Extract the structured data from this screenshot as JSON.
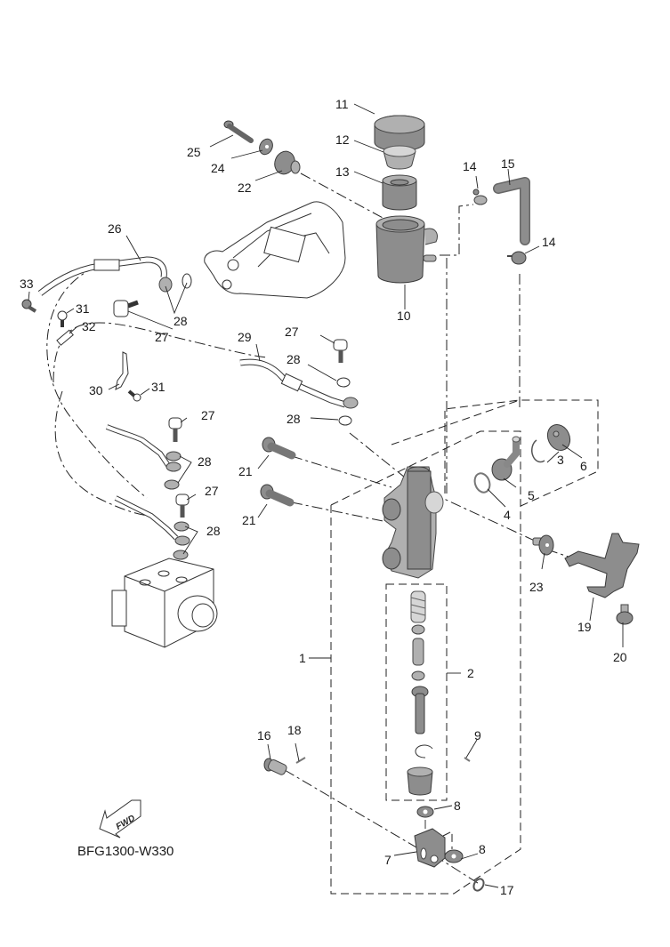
{
  "diagram": {
    "title_code": "BFG1300-W330",
    "fwd_label": "FWD",
    "callouts": [
      {
        "id": "c1",
        "label": "1"
      },
      {
        "id": "c2",
        "label": "2"
      },
      {
        "id": "c3",
        "label": "3"
      },
      {
        "id": "c4",
        "label": "4"
      },
      {
        "id": "c5",
        "label": "5"
      },
      {
        "id": "c6",
        "label": "6"
      },
      {
        "id": "c7",
        "label": "7"
      },
      {
        "id": "c8a",
        "label": "8"
      },
      {
        "id": "c8b",
        "label": "8"
      },
      {
        "id": "c9",
        "label": "9"
      },
      {
        "id": "c10",
        "label": "10"
      },
      {
        "id": "c11",
        "label": "11"
      },
      {
        "id": "c12",
        "label": "12"
      },
      {
        "id": "c13",
        "label": "13"
      },
      {
        "id": "c14a",
        "label": "14"
      },
      {
        "id": "c14b",
        "label": "14"
      },
      {
        "id": "c15",
        "label": "15"
      },
      {
        "id": "c16",
        "label": "16"
      },
      {
        "id": "c17",
        "label": "17"
      },
      {
        "id": "c18",
        "label": "18"
      },
      {
        "id": "c19",
        "label": "19"
      },
      {
        "id": "c20",
        "label": "20"
      },
      {
        "id": "c21a",
        "label": "21"
      },
      {
        "id": "c21b",
        "label": "21"
      },
      {
        "id": "c22",
        "label": "22"
      },
      {
        "id": "c23",
        "label": "23"
      },
      {
        "id": "c24",
        "label": "24"
      },
      {
        "id": "c25",
        "label": "25"
      },
      {
        "id": "c26",
        "label": "26"
      },
      {
        "id": "c27a",
        "label": "27"
      },
      {
        "id": "c27b",
        "label": "27"
      },
      {
        "id": "c27c",
        "label": "27"
      },
      {
        "id": "c27d",
        "label": "27"
      },
      {
        "id": "c28a",
        "label": "28"
      },
      {
        "id": "c28b",
        "label": "28"
      },
      {
        "id": "c28c",
        "label": "28"
      },
      {
        "id": "c28d",
        "label": "28"
      },
      {
        "id": "c28e",
        "label": "28"
      },
      {
        "id": "c29",
        "label": "29"
      },
      {
        "id": "c30",
        "label": "30"
      },
      {
        "id": "c31a",
        "label": "31"
      },
      {
        "id": "c31b",
        "label": "31"
      },
      {
        "id": "c32",
        "label": "32"
      },
      {
        "id": "c33",
        "label": "33"
      }
    ]
  }
}
